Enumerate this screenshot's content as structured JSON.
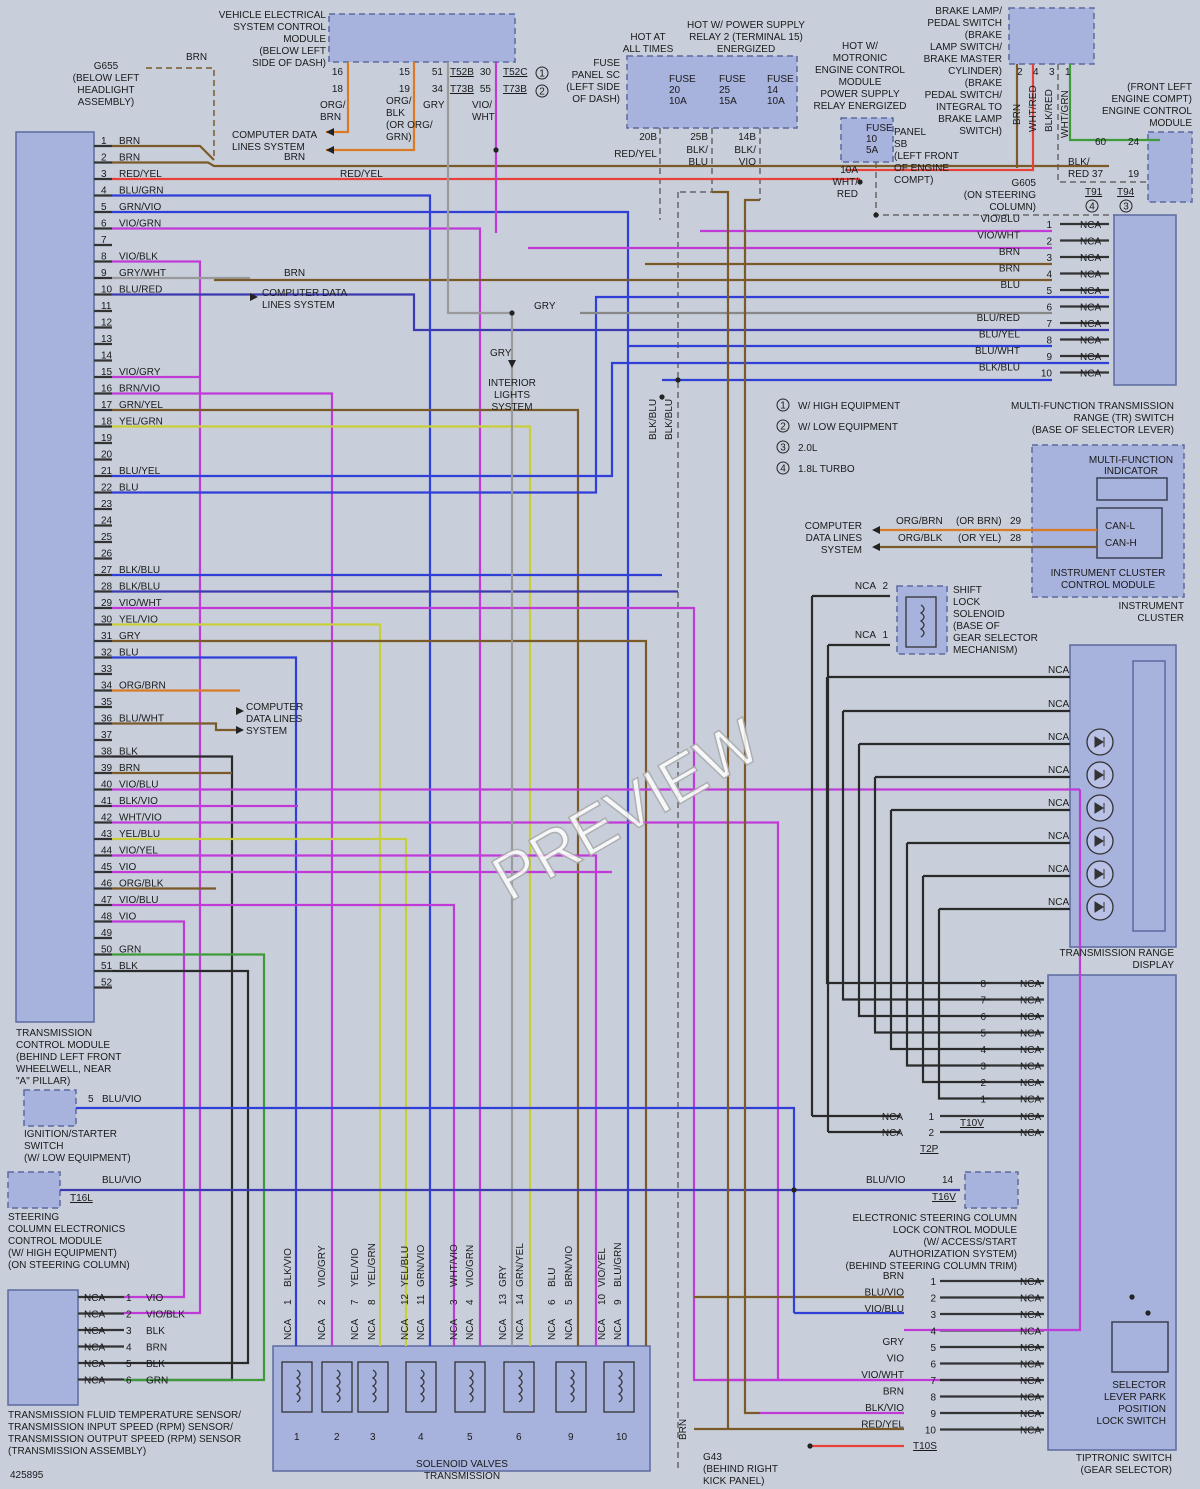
{
  "title_blocks": {
    "vesc": [
      "VEHICLE ELECTRICAL",
      "SYSTEM CONTROL",
      "MODULE",
      "(BELOW LEFT",
      "SIDE OF DASH)"
    ],
    "g655": [
      "G655",
      "(BELOW LEFT",
      "HEADLIGHT",
      "ASSEMBLY)"
    ],
    "hot_all": [
      "HOT AT",
      "ALL TIMES"
    ],
    "hot_relay": [
      "HOT W/ POWER SUPPLY",
      "RELAY 2 (TERMINAL 15)",
      "ENERGIZED"
    ],
    "fuse_panel_sc": [
      "FUSE",
      "PANEL SC",
      "(LEFT SIDE",
      "OF DASH)"
    ],
    "hot_motronic": [
      "HOT W/",
      "MOTRONIC",
      "ENGINE CONTROL",
      "MODULE",
      "POWER SUPPLY",
      "RELAY ENERGIZED"
    ],
    "fuse_panel_sb": [
      "PANEL",
      "SB",
      "(LEFT FRONT",
      "OF ENGINE",
      "COMPT)"
    ],
    "brake_switch": [
      "BRAKE LAMP/",
      "PEDAL SWITCH",
      "(BRAKE",
      "LAMP SWITCH/",
      "BRAKE MASTER",
      "CYLINDER)",
      "(BRAKE",
      "PEDAL SWITCH/",
      "INTEGRAL TO",
      "BRAKE LAMP",
      "SWITCH)"
    ],
    "g605": [
      "G605",
      "(ON STEERING",
      "COLUMN)"
    ],
    "ecm": [
      "(FRONT LEFT",
      "ENGINE COMPT)",
      "ENGINE CONTROL",
      "MODULE"
    ],
    "legend": [
      "W/ HIGH EQUIPMENT",
      "W/ LOW EQUIPMENT",
      "2.0L",
      "1.8L TURBO"
    ],
    "tr_switch": [
      "MULTI-FUNCTION TRANSMISSION",
      "RANGE (TR) SWITCH",
      "(BASE OF SELECTOR LEVER)"
    ],
    "mfi": [
      "MULTI-FUNCTION",
      "INDICATOR"
    ],
    "can": [
      "CAN-L",
      "CAN-H"
    ],
    "icm": [
      "INSTRUMENT CLUSTER",
      "CONTROL MODULE"
    ],
    "instrument_cluster": [
      "INSTRUMENT",
      "CLUSTER"
    ],
    "shift_lock": [
      "SHIFT",
      "LOCK",
      "SOLENOID",
      "(BASE OF",
      "GEAR SELECTOR",
      "MECHANISM)"
    ],
    "trd": [
      "TRANSMISSION RANGE",
      "DISPLAY"
    ],
    "tcm": [
      "TRANSMISSION",
      "CONTROL MODULE",
      "(BEHIND LEFT FRONT",
      "WHEELWELL, NEAR",
      "\"A\" PILLAR)"
    ],
    "ign": [
      "IGNITION/STARTER",
      "SWITCH",
      "(W/ LOW EQUIPMENT)"
    ],
    "scecm": [
      "STEERING",
      "COLUMN ELECTRONICS",
      "CONTROL MODULE",
      "(W/ HIGH EQUIPMENT)",
      "(ON STEERING COLUMN)"
    ],
    "escl": [
      "ELECTRONIC STEERING COLUMN",
      "LOCK CONTROL MODULE",
      "(W/ ACCESS/START",
      "AUTHORIZATION SYSTEM)",
      "(BEHIND STEERING COLUMN TRIM)"
    ],
    "sensors": [
      "TRANSMISSION FLUID TEMPERATURE SENSOR/",
      "TRANSMISSION INPUT SPEED (RPM) SENSOR/",
      "TRANSMISSION OUTPUT SPEED (RPM) SENSOR",
      "(TRANSMISSION ASSEMBLY)"
    ],
    "solenoids": [
      "SOLENOID VALVES",
      "TRANSMISSION"
    ],
    "g43": [
      "G43",
      "(BEHIND RIGHT",
      "KICK PANEL)"
    ],
    "park_lock": [
      "SELECTOR",
      "LEVER PARK",
      "POSITION",
      "LOCK SWITCH"
    ],
    "tiptronic": [
      "TIPTRONIC SWITCH",
      "(GEAR SELECTOR)"
    ],
    "cdls_top": [
      "COMPUTER DATA",
      "LINES SYSTEM"
    ],
    "cdls_mid": [
      "COMPUTER DATA",
      "LINES SYSTEM"
    ],
    "cdls_low": [
      "COMPUTER",
      "DATA LINES",
      "SYSTEM"
    ],
    "cdls_ic": [
      "COMPUTER",
      "DATA LINES",
      "SYSTEM"
    ],
    "interior": [
      "INTERIOR",
      "LIGHTS",
      "SYSTEM"
    ],
    "vesc_wires": [
      "ORG/",
      "BRN",
      "ORG/",
      "BLK",
      "(OR ORG/",
      "GRN)",
      "GRY",
      "VIO/",
      "WHT"
    ],
    "vesc_pins": [
      "16",
      "18",
      "15",
      "19",
      "51",
      "34",
      "30",
      "55"
    ],
    "fuses": [
      [
        "FUSE",
        "20",
        "10A"
      ],
      [
        "FUSE",
        "25",
        "15A"
      ],
      [
        "FUSE",
        "14",
        "10A"
      ]
    ],
    "fuse_sb": [
      "FUSE",
      "10",
      "5A"
    ],
    "fuse_sb_wire": [
      "10A",
      "WHT/",
      "RED"
    ],
    "ecm_pins": [
      "60",
      "24",
      "19"
    ],
    "ecm_wire": [
      "BLK/",
      "RED 37"
    ],
    "brake_pins": [
      "2",
      "4",
      "3",
      "1"
    ],
    "brake_wires": [
      "BRN",
      "WHT/RED",
      "BLK/RED",
      "WHT/GRN"
    ],
    "ic_wires": [
      "ORG/BRN",
      "(OR BRN)",
      "29",
      "ORG/BLK",
      "(OR YEL)",
      "28"
    ],
    "fuse_wires": [
      "20B",
      "RED/YEL",
      "25B",
      "BLK/",
      "BLU",
      "14B",
      "BLK/",
      "VIO"
    ]
  },
  "labels": {
    "watermark": "PREVIEW",
    "doc_number": "425895",
    "connectors": {
      "T52B": "T52B",
      "T52C": "T52C",
      "T73B_a": "T73B",
      "T73B_b": "T73B",
      "T91": "T91",
      "T94": "T94",
      "T16L": "T16L",
      "T16V": "T16V",
      "T10V": "T10V",
      "T2P": "T2P",
      "T10S": "T10S"
    },
    "callouts": [
      "1",
      "2",
      "3",
      "4"
    ],
    "brn": "BRN",
    "gry": "GRY",
    "red_yel": "RED/YEL",
    "blk_blu": "BLK/BLU",
    "blu_vio": "BLU/VIO",
    "nca": "NCA"
  },
  "tcm_pins": [
    {
      "n": "1",
      "w": "BRN"
    },
    {
      "n": "2",
      "w": "BRN"
    },
    {
      "n": "3",
      "w": "RED/YEL"
    },
    {
      "n": "4",
      "w": "BLU/GRN"
    },
    {
      "n": "5",
      "w": "GRN/VIO"
    },
    {
      "n": "6",
      "w": "VIO/GRN"
    },
    {
      "n": "7",
      "w": ""
    },
    {
      "n": "8",
      "w": "VIO/BLK"
    },
    {
      "n": "9",
      "w": "GRY/WHT"
    },
    {
      "n": "10",
      "w": "BLU/RED"
    },
    {
      "n": "11",
      "w": ""
    },
    {
      "n": "12",
      "w": ""
    },
    {
      "n": "13",
      "w": ""
    },
    {
      "n": "14",
      "w": ""
    },
    {
      "n": "15",
      "w": "VIO/GRY"
    },
    {
      "n": "16",
      "w": "BRN/VIO"
    },
    {
      "n": "17",
      "w": "GRN/YEL"
    },
    {
      "n": "18",
      "w": "YEL/GRN"
    },
    {
      "n": "19",
      "w": ""
    },
    {
      "n": "20",
      "w": ""
    },
    {
      "n": "21",
      "w": "BLU/YEL"
    },
    {
      "n": "22",
      "w": "BLU"
    },
    {
      "n": "23",
      "w": ""
    },
    {
      "n": "24",
      "w": ""
    },
    {
      "n": "25",
      "w": ""
    },
    {
      "n": "26",
      "w": ""
    },
    {
      "n": "27",
      "w": "BLK/BLU"
    },
    {
      "n": "28",
      "w": "BLK/BLU"
    },
    {
      "n": "29",
      "w": "VIO/WHT"
    },
    {
      "n": "30",
      "w": "YEL/VIO"
    },
    {
      "n": "31",
      "w": "GRY"
    },
    {
      "n": "32",
      "w": "BLU"
    },
    {
      "n": "33",
      "w": ""
    },
    {
      "n": "34",
      "w": "ORG/BRN"
    },
    {
      "n": "35",
      "w": ""
    },
    {
      "n": "36",
      "w": "BLU/WHT"
    },
    {
      "n": "37",
      "w": ""
    },
    {
      "n": "38",
      "w": "BLK"
    },
    {
      "n": "39",
      "w": "BRN"
    },
    {
      "n": "40",
      "w": "VIO/BLU"
    },
    {
      "n": "41",
      "w": "BLK/VIO"
    },
    {
      "n": "42",
      "w": "WHT/VIO"
    },
    {
      "n": "43",
      "w": "YEL/BLU"
    },
    {
      "n": "44",
      "w": "VIO/YEL"
    },
    {
      "n": "45",
      "w": "VIO"
    },
    {
      "n": "46",
      "w": "ORG/BLK"
    },
    {
      "n": "47",
      "w": "VIO/BLU"
    },
    {
      "n": "48",
      "w": "VIO"
    },
    {
      "n": "49",
      "w": ""
    },
    {
      "n": "50",
      "w": "GRN"
    },
    {
      "n": "51",
      "w": "BLK"
    },
    {
      "n": "52",
      "w": ""
    }
  ],
  "tr_pins": [
    {
      "w": "VIO/BLU",
      "n": "1"
    },
    {
      "w": "VIO/WHT",
      "n": "2"
    },
    {
      "w": "BRN",
      "n": "3"
    },
    {
      "w": "BRN",
      "n": "4"
    },
    {
      "w": "BLU",
      "n": "5"
    },
    {
      "w": "",
      "n": "6"
    },
    {
      "w": "BLU/RED",
      "n": "7"
    },
    {
      "w": "BLU/YEL",
      "n": "8"
    },
    {
      "w": "BLU/WHT",
      "n": "9"
    },
    {
      "w": "BLK/BLU",
      "n": "10"
    }
  ],
  "tip_pins": [
    {
      "w": "BRN",
      "n": "1"
    },
    {
      "w": "BLU/VIO",
      "n": "2"
    },
    {
      "w": "VIO/BLU",
      "n": "3"
    },
    {
      "w": "",
      "n": "4"
    },
    {
      "w": "GRY",
      "n": "5"
    },
    {
      "w": "VIO",
      "n": "6"
    },
    {
      "w": "VIO/WHT",
      "n": "7"
    },
    {
      "w": "BRN",
      "n": "8"
    },
    {
      "w": "BLK/VIO",
      "n": "9"
    },
    {
      "w": "RED/YEL",
      "n": "10"
    }
  ],
  "sensor_pins": [
    {
      "n": "1",
      "w": "VIO"
    },
    {
      "n": "2",
      "w": "VIO/BLK"
    },
    {
      "n": "3",
      "w": "BLK"
    },
    {
      "n": "4",
      "w": "BRN"
    },
    {
      "n": "5",
      "w": "BLK"
    },
    {
      "n": "6",
      "w": "GRN"
    }
  ],
  "solenoid_wires": [
    {
      "p": "1",
      "w": "BLK/VIO"
    },
    {
      "p": "2",
      "w": "VIO/GRY"
    },
    {
      "p": "7",
      "w": "YEL/VIO"
    },
    {
      "p": "8",
      "w": "YEL/GRN"
    },
    {
      "p": "12",
      "w": "YEL/BLU"
    },
    {
      "p": "11",
      "w": "GRN/VIO"
    },
    {
      "p": "3",
      "w": "WHT/VIO"
    },
    {
      "p": "4",
      "w": "VIO/GRN"
    },
    {
      "p": "13",
      "w": "GRY"
    },
    {
      "p": "14",
      "w": "GRN/YEL"
    },
    {
      "p": "6",
      "w": "BLU"
    },
    {
      "p": "5",
      "w": "BRN/VIO"
    },
    {
      "p": "10",
      "w": "VIO/YEL"
    },
    {
      "p": "9",
      "w": "BLU/GRN"
    }
  ],
  "solenoid_numbers": [
    "1",
    "2",
    "3",
    "4",
    "5",
    "6",
    "9",
    "10"
  ],
  "display_pins": [
    "8",
    "7",
    "6",
    "5",
    "4",
    "3",
    "2",
    "1"
  ],
  "t10v_pins": [
    "1",
    "2"
  ],
  "shift_lock_pins": [
    "2",
    "1"
  ],
  "escl_pin": "14",
  "ign_pin": "5",
  "colors": {
    "brn": "#7b5a2a",
    "red": "#e8413a",
    "blu": "#2f3fd8",
    "vio": "#c03ad8",
    "gry": "#9a9a9a",
    "yel": "#c9cf3a",
    "grn": "#3f9a3a",
    "blk": "#2a2a2a",
    "org": "#d97a25",
    "blue_dark": "#3b3ab0"
  }
}
